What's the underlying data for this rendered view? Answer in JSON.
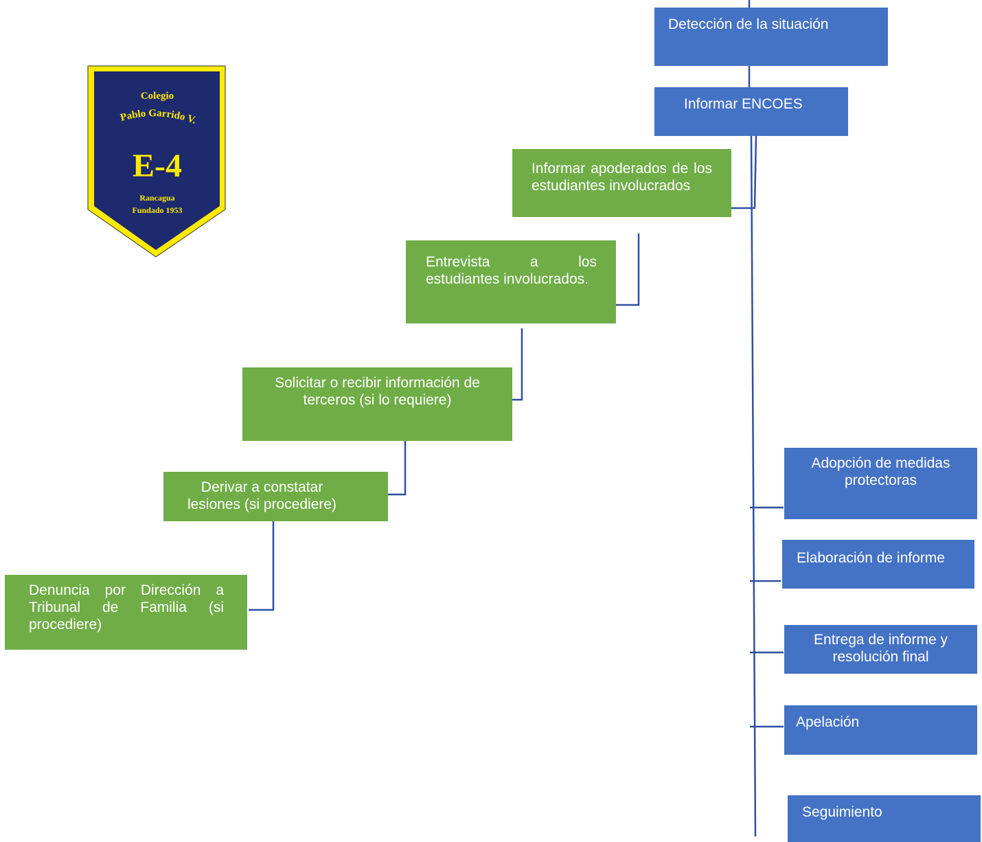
{
  "crest": {
    "line1": "Colegio",
    "line2": "Pablo Garrido V.",
    "code": "E-4",
    "city": "Rancagua",
    "founded": "Fundado 1953",
    "colors": {
      "field": "#1E2A6E",
      "border": "#FFEA00",
      "text": "#FFEA00"
    }
  },
  "colors": {
    "blue_box": "#4472C4",
    "green_box": "#70AD47",
    "connector": "#2F4FA0"
  },
  "steps": {
    "deteccion": "Detección de la situación",
    "informar_encoes": "Informar ENCOES",
    "informar_apoderados": "Informar apoderados de los estudiantes involucrados",
    "entrevista": "Entrevista a los estudiantes involucrados.",
    "solicitar": "Solicitar o recibir información de terceros (si lo requiere)",
    "derivar": "Derivar a constatar lesiones (si procediere)",
    "denuncia": "Denuncia por Dirección a Tribunal de Familia (si procediere)",
    "adopcion": "Adopción de medidas protectoras",
    "elaboracion": "Elaboración de informe",
    "entrega": "Entrega de informe y resolución final",
    "apelacion": "Apelación",
    "seguimiento": "Seguimiento"
  }
}
